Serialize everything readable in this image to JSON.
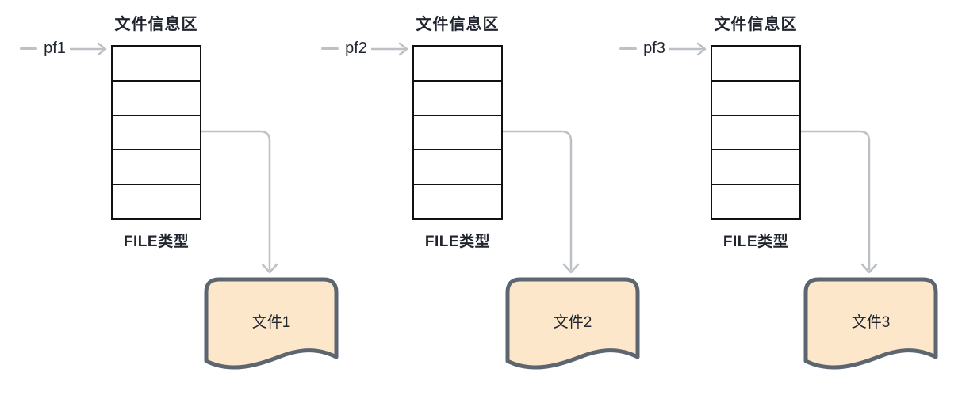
{
  "diagram": {
    "title": "FILE pointer diagram",
    "background_color": "#ffffff",
    "colors": {
      "table_border": "#111111",
      "dark_text": "#1f242e",
      "connector_gray": "#bdc0c4",
      "document_border": "#5d6670",
      "document_fill": "#fce7cb"
    },
    "groups": [
      {
        "pointer_label": "pf1",
        "area_label": "文件信息区",
        "type_label": "FILE类型",
        "file_label": "文件1",
        "table_rows": 5
      },
      {
        "pointer_label": "pf2",
        "area_label": "文件信息区",
        "type_label": "FILE类型",
        "file_label": "文件2",
        "table_rows": 5
      },
      {
        "pointer_label": "pf3",
        "area_label": "文件信息区",
        "type_label": "FILE类型",
        "file_label": "文件3",
        "table_rows": 5
      }
    ]
  }
}
